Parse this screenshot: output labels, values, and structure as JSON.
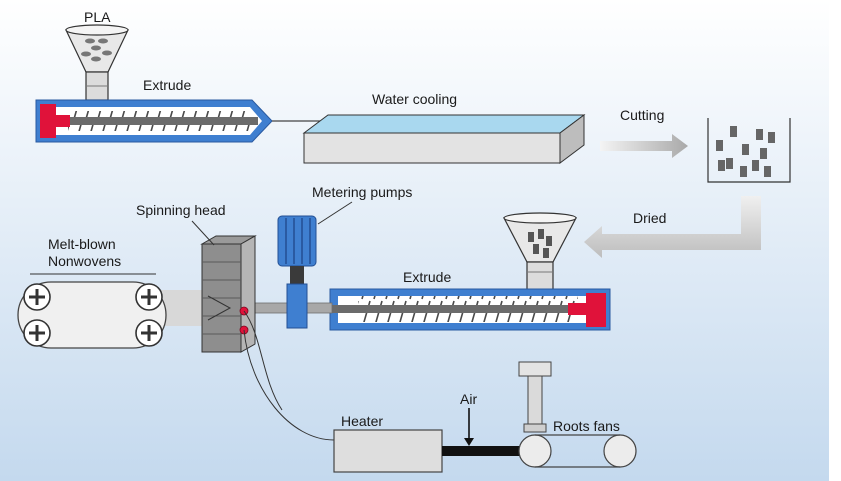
{
  "labels": {
    "pla": "PLA",
    "extrude_top": "Extrude",
    "water_cooling": "Water cooling",
    "cutting": "Cutting",
    "dried": "Dried",
    "metering_pumps": "Metering pumps",
    "spinning_head": "Spinning head",
    "melt_blown_line1": "Melt-blown",
    "melt_blown_line2": "Nonwovens",
    "extrude_bottom": "Extrude",
    "air": "Air",
    "heater": "Heater",
    "roots_fans": "Roots fans"
  },
  "colors": {
    "background_top": "#ffffff",
    "background_bottom": "#c9dcef",
    "barrel_blue": "#3f7fd0",
    "piston_red": "#e0123a",
    "screw_gray": "#6b6b6b",
    "water_blue": "#a9d8ef",
    "box_gray": "#d9d9d9",
    "arrow_gray": "#b9b9b9"
  }
}
